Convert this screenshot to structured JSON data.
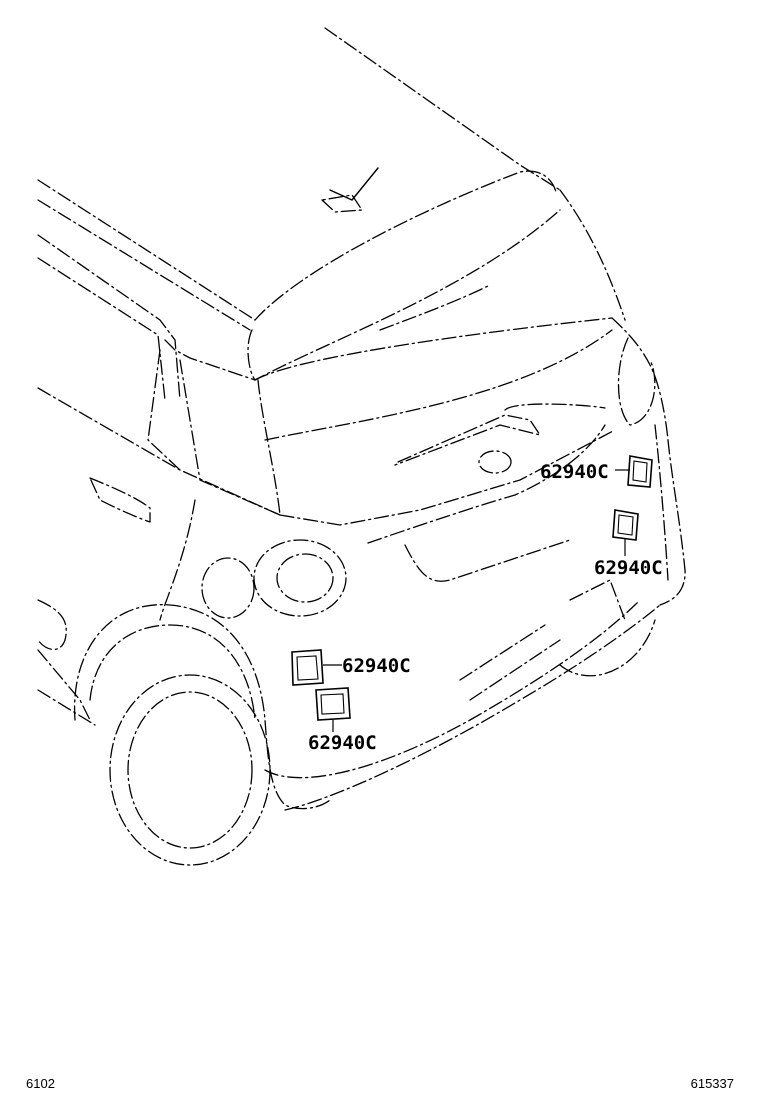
{
  "diagram": {
    "callouts": [
      {
        "id": "callout-1",
        "label": "62940C"
      },
      {
        "id": "callout-2",
        "label": "62940C"
      },
      {
        "id": "callout-3",
        "label": "62940C"
      },
      {
        "id": "callout-4",
        "label": "62940C"
      }
    ],
    "footer": {
      "left_code": "6102",
      "right_code": "615337"
    }
  }
}
